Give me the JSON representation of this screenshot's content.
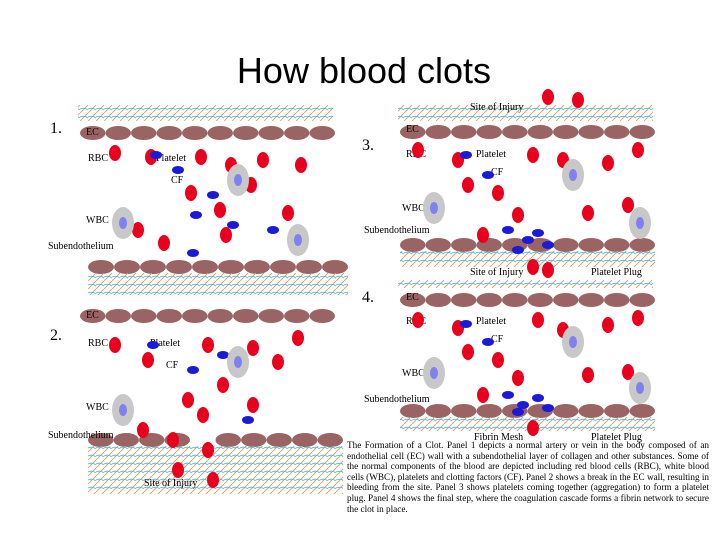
{
  "title": "How blood clots",
  "panels": [
    {
      "number": "1.",
      "labels": {
        "ec": "EC",
        "rbc": "RBC",
        "platelet": "Platelet",
        "cf": "CF",
        "wbc": "WBC",
        "subendothelium": "Subendothelium"
      }
    },
    {
      "number": "2.",
      "labels": {
        "ec": "EC",
        "rbc": "RBC",
        "platelet": "Platelet",
        "cf": "CF",
        "wbc": "WBC",
        "subendothelium": "Subendothelium",
        "site_of_injury": "Site of Injury"
      }
    },
    {
      "number": "3.",
      "labels": {
        "ec": "EC",
        "rbc": "RBC",
        "platelet": "Platelet",
        "cf": "CF",
        "wbc": "WBC",
        "subendothelium": "Subendothelium",
        "site_of_injury_top": "Site of Injury",
        "site_of_injury": "Site of Injury",
        "platelet_plug": "Platelet Plug"
      }
    },
    {
      "number": "4.",
      "labels": {
        "ec": "EC",
        "rbc": "RBC",
        "platelet": "Platelet",
        "cf": "CF",
        "wbc": "WBC",
        "subendothelium": "Subendothelium",
        "fibrin_mesh": "Fibrin Mesh",
        "platelet_plug": "Platelet Plug"
      }
    }
  ],
  "caption": "The Formation of a Clot. Panel 1 depicts a normal artery or vein in the body composed of an endothelial cell (EC) wall with a subendothelial layer of collagen and other substances. Some of the normal components of the blood are depicted including red blood cells (RBC), white blood cells (WBC), platelets and clotting factors (CF). Panel 2 shows a break in the EC wall, resulting in bleeding from the site. Panel 3 shows platelets coming together (aggregation) to form a platelet plug. Panel 4 shows the final step, where the coagulation cascade forms a fibrin network to secure the clot in place.",
  "colors": {
    "rbc": "#e8001c",
    "platelet": "#1a1ad8",
    "wbc_outer": "#c8c8c8",
    "wbc_inner": "#8080f0",
    "ec": "#9a6464",
    "collagen": "#e8a070",
    "water": "#40c0e0"
  }
}
